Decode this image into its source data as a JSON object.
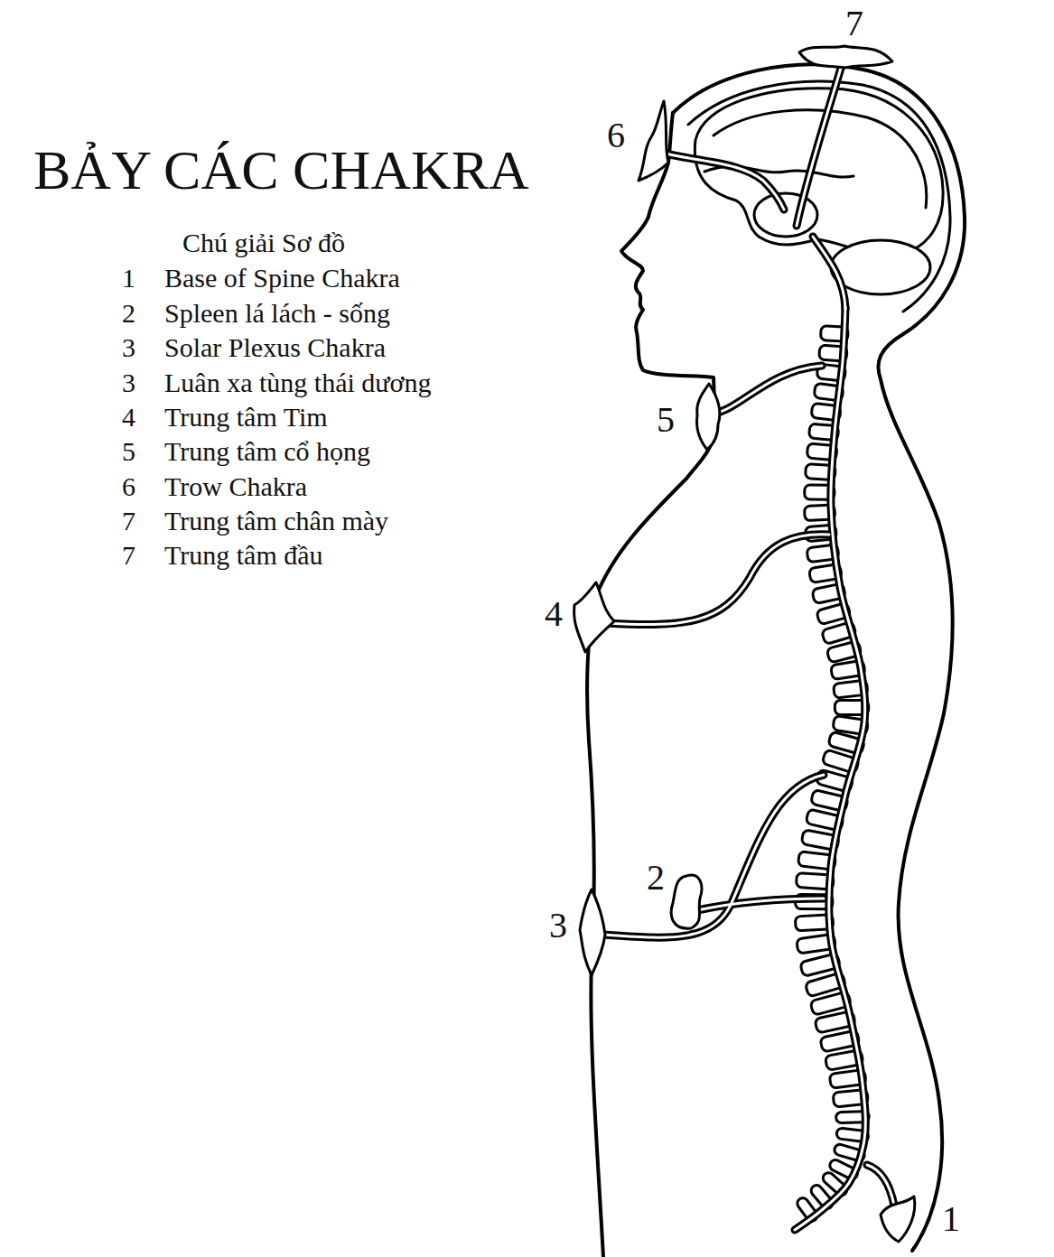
{
  "diagram": {
    "title": "BẢY CÁC CHAKRA",
    "labels": [
      "Chú giải Sơ đồ",
      "1",
      "Base of Spine Chakra",
      "2",
      "Spleen lá lách - sống",
      "3",
      "Solar Plexus Chakra",
      "3",
      "Luân xa tùng thái dương",
      "4",
      "Trung tâm Tim",
      "5",
      "Trung tâm cổ họng",
      "6",
      "Trow Chakra",
      "7",
      "Trung tâm chân mày",
      "7",
      "Trung tâm đầu",
      "7",
      "6",
      "5",
      "4",
      "2",
      "3",
      "1"
    ]
  }
}
